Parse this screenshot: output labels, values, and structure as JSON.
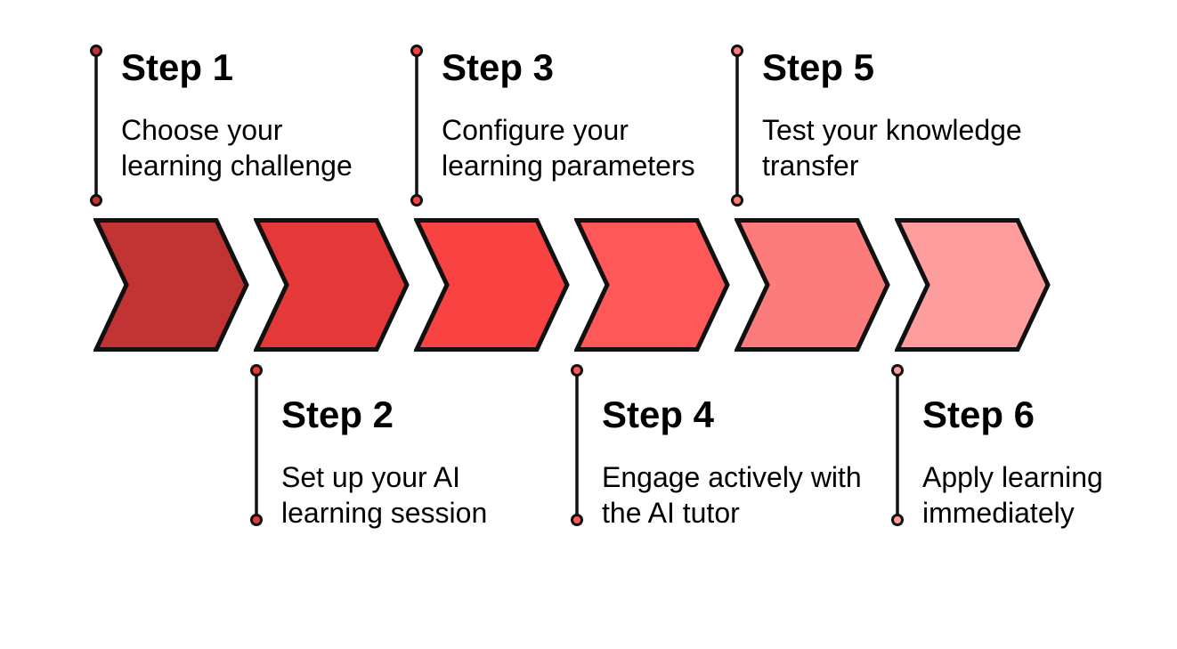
{
  "diagram": {
    "type": "chevron-process-flow",
    "background": "#ffffff",
    "outline_color": "#111111",
    "text_color": "#000000",
    "step_count": "6"
  },
  "steps": [
    {
      "title": "Step 1",
      "description": "Choose your\nlearning challenge",
      "color": "#C23434",
      "label_position": "above"
    },
    {
      "title": "Step 2",
      "description": "Set up your AI\nlearning session",
      "color": "#E53939",
      "label_position": "below"
    },
    {
      "title": "Step 3",
      "description": "Configure your\nlearning parameters",
      "color": "#F94343",
      "label_position": "above"
    },
    {
      "title": "Step 4",
      "description": "Engage actively with\nthe AI tutor",
      "color": "#FF5858",
      "label_position": "below"
    },
    {
      "title": "Step 5",
      "description": "Test your knowledge\ntransfer",
      "color": "#FC7B7B",
      "label_position": "above"
    },
    {
      "title": "Step 6",
      "description": "Apply learning\nimmediately",
      "color": "#FE9D9D",
      "label_position": "below"
    }
  ]
}
